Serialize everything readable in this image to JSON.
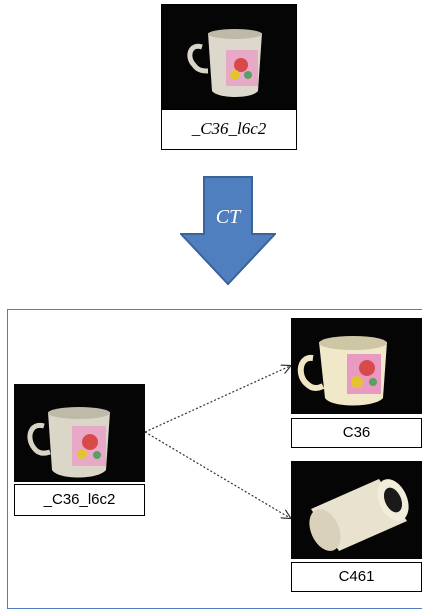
{
  "query": {
    "label": "_C36_l6c2"
  },
  "transform": {
    "label": "CT"
  },
  "source": {
    "label": "_C36_l6c2"
  },
  "matches": [
    {
      "label": "C36"
    },
    {
      "label": "C461"
    }
  ],
  "colors": {
    "arrow_fill": "#4f7fbf",
    "arrow_stroke": "#3a639a",
    "panel_border": "#4f7fbf",
    "photo_bg": "#050505"
  },
  "icons": {
    "cup": "mug-photo",
    "roll": "roll-photo"
  }
}
